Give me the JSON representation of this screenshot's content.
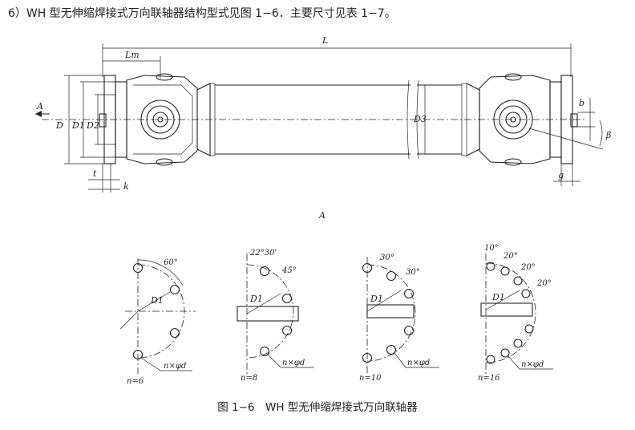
{
  "heading": "6）WH 型无伸缩焊接式万向联轴器结构型式见图 1−6．主要尺寸见表 1−7。",
  "caption": "图 1−6　WH 型无伸缩焊接式万向联轴器",
  "main_view": {
    "length_label": "L",
    "lm_label": "Lm",
    "section_mark": "A",
    "d_label": "D",
    "d1_label": "D1",
    "d2_label": "D2",
    "d3_label": "D3",
    "t_label": "t",
    "k_label": "k",
    "b_label": "b",
    "g_label": "g",
    "beta_label": "β"
  },
  "view_title": "A",
  "flange_views": [
    {
      "n_label": "n=6",
      "angles": [
        "60°"
      ],
      "d1": "D1",
      "bolt": "n×φd"
    },
    {
      "n_label": "n=8",
      "angles": [
        "22°30'",
        "45°"
      ],
      "d1": "D1",
      "bolt": "n×φd"
    },
    {
      "n_label": "n=10",
      "angles": [
        "30°",
        "30°"
      ],
      "d1": "D1",
      "bolt": "n×φd"
    },
    {
      "n_label": "n=16",
      "angles": [
        "10°",
        "20°",
        "20°",
        "20°"
      ],
      "d1": "D1",
      "bolt": "n×φd"
    }
  ]
}
